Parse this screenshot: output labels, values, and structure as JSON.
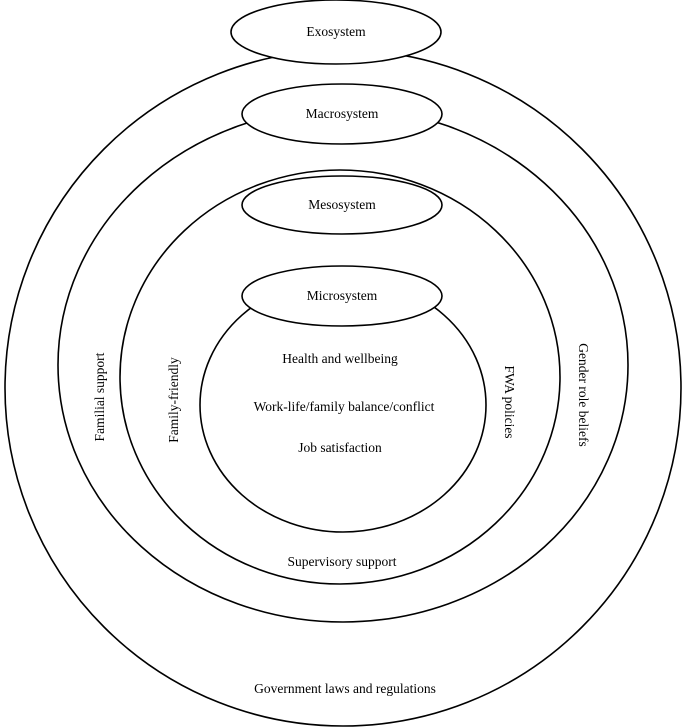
{
  "diagram": {
    "layers": {
      "exosystem": {
        "title": "Exosystem",
        "left_label": "Familial support",
        "right_label": "Gender role beliefs",
        "bottom_label": "Government laws and regulations"
      },
      "macrosystem": {
        "title": "Macrosystem",
        "left_label": "Family-friendly",
        "right_label": "FWA policies",
        "bottom_label": "Supervisory support"
      },
      "mesosystem": {
        "title": "Mesosystem"
      },
      "microsystem": {
        "title": "Microsystem",
        "items": [
          "Health and wellbeing",
          "Work-life/family balance/conflict",
          "Job satisfaction"
        ]
      }
    }
  }
}
